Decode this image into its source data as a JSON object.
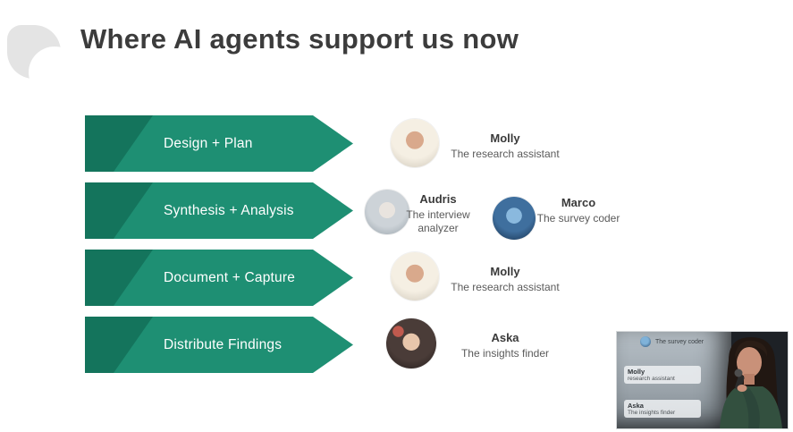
{
  "title": "Where AI agents support us now",
  "stages": [
    {
      "label": "Design + Plan",
      "agents": [
        {
          "name": "Molly",
          "role": "The research assistant"
        }
      ]
    },
    {
      "label": "Synthesis + Analysis",
      "agents": [
        {
          "name": "Audris",
          "role": "The interview analyzer"
        },
        {
          "name": "Marco",
          "role": "The survey coder"
        }
      ]
    },
    {
      "label": "Document + Capture",
      "agents": [
        {
          "name": "Molly",
          "role": "The research assistant"
        }
      ]
    },
    {
      "label": "Distribute Findings",
      "agents": [
        {
          "name": "Aska",
          "role": "The insights finder"
        }
      ]
    }
  ],
  "webcam": {
    "slide_text": {
      "line0": "The survey coder",
      "name1": "Molly",
      "role1": "research assistant",
      "name2": "Aska",
      "role2": "The insights finder"
    }
  },
  "colors": {
    "arrow": "#1E8F73",
    "arrow_fold": "#14745C",
    "title": "#3C3C3C"
  }
}
